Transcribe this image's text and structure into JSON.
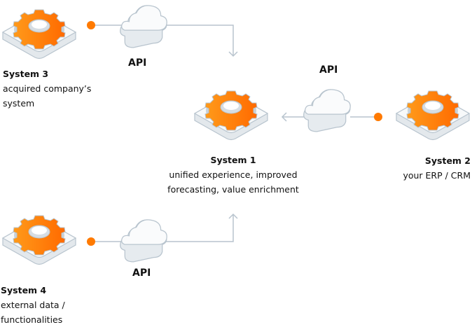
{
  "api_label": "API",
  "systems": [
    {
      "title": "System 1",
      "desc": [
        "unified experience, improved",
        "forecasting, value enrichment"
      ]
    },
    {
      "title": "System 2",
      "desc": [
        "your ERP / CRM"
      ]
    },
    {
      "title": "System 3",
      "desc": [
        "acquired company’s",
        "system"
      ]
    },
    {
      "title": "System 4",
      "desc": [
        "external data /",
        "functionalities"
      ]
    }
  ],
  "colors": {
    "accent": "#ff7a00",
    "line": "#b8c4ce",
    "platform": "#f4f6f8"
  }
}
